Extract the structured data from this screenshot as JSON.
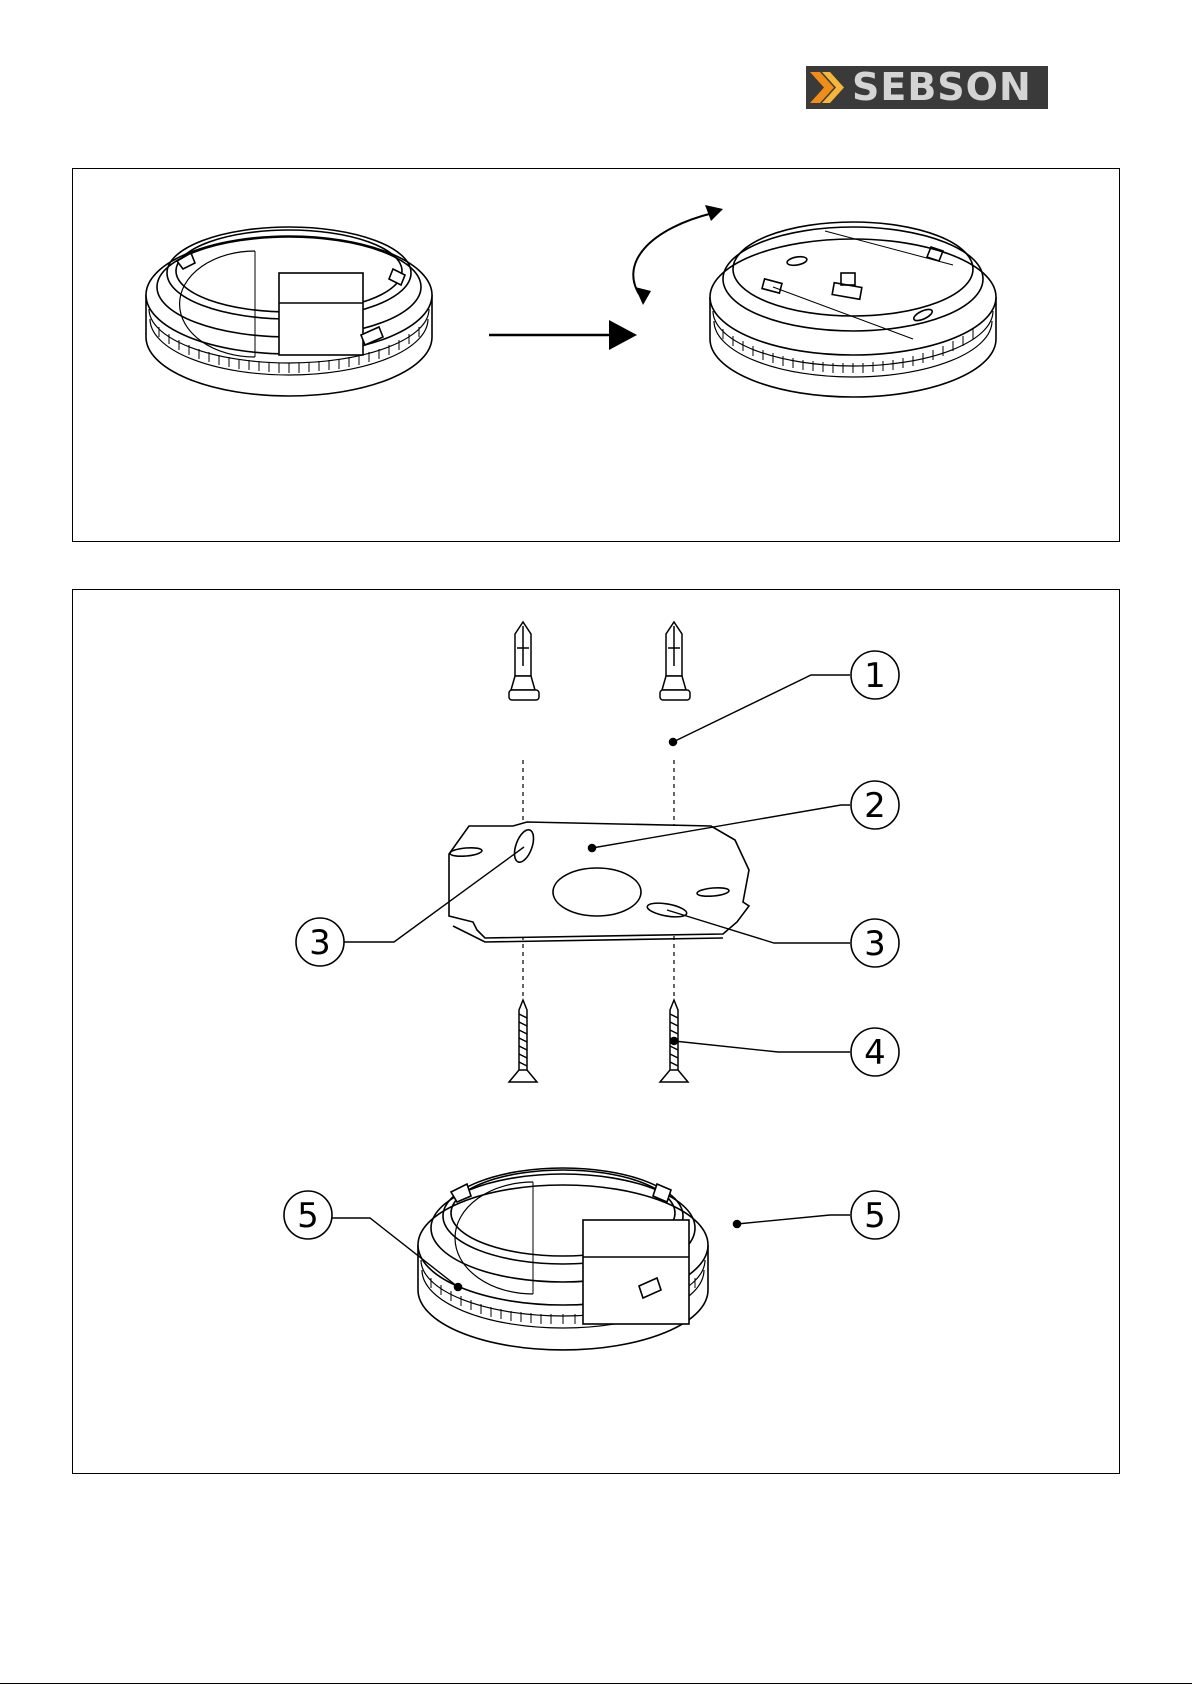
{
  "brand": {
    "logo_text": "SEBSON",
    "logo_bg": "#3a3a3a",
    "logo_accent": "#f0a020",
    "logo_text_color": "#d4d4d4"
  },
  "callouts": [
    {
      "label": "1"
    },
    {
      "label": "2"
    },
    {
      "label": "3"
    },
    {
      "label": "3"
    },
    {
      "label": "4"
    },
    {
      "label": "5"
    },
    {
      "label": "5"
    }
  ]
}
